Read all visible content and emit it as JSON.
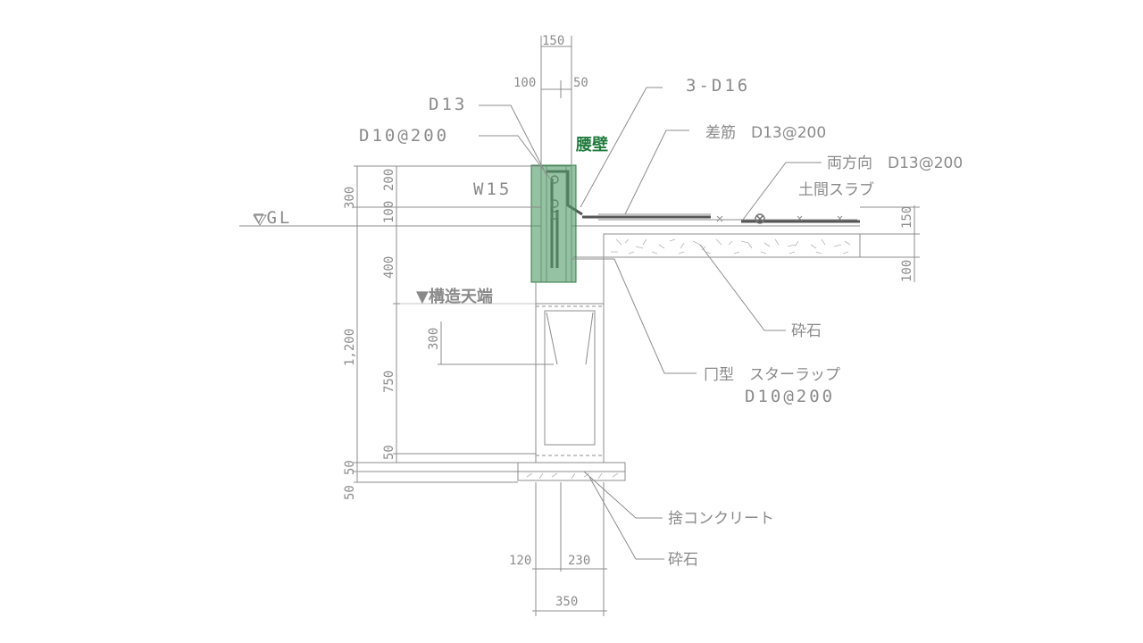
{
  "labels": {
    "rebar_main": "3-D16",
    "d13": "D13",
    "d10_200": "D10@200",
    "koshikabe": "腰壁",
    "sashikin": "差筋　D13@200",
    "ryouhoukou": "両方向　D13@200",
    "domaslab": "土間スラブ",
    "w15": "W15",
    "gl": "▽GL",
    "structure_top": "▼構造天端",
    "saiseki_1": "砕石",
    "stirrup_1": "冂型　スターラップ",
    "stirrup_2": "D10@200",
    "sute_concrete": "捨コンクリート",
    "saiseki_2": "砕石"
  },
  "dimensions": {
    "top_total": "150",
    "top_left": "100",
    "top_right": "50",
    "left_300": "300",
    "left_200": "200",
    "left_100": "100",
    "left_400": "400",
    "left_1200": "1,200",
    "left_750": "750",
    "left_50a": "50",
    "left_50b": "50",
    "left_50c": "50",
    "inner_300": "300",
    "slab_150": "150",
    "slab_100": "100",
    "bottom_120": "120",
    "bottom_230": "230",
    "bottom_350": "350"
  },
  "colors": {
    "line": "#8c8c8c",
    "highlight": "#4f9a64",
    "highlight_text": "#1f7a3c"
  }
}
